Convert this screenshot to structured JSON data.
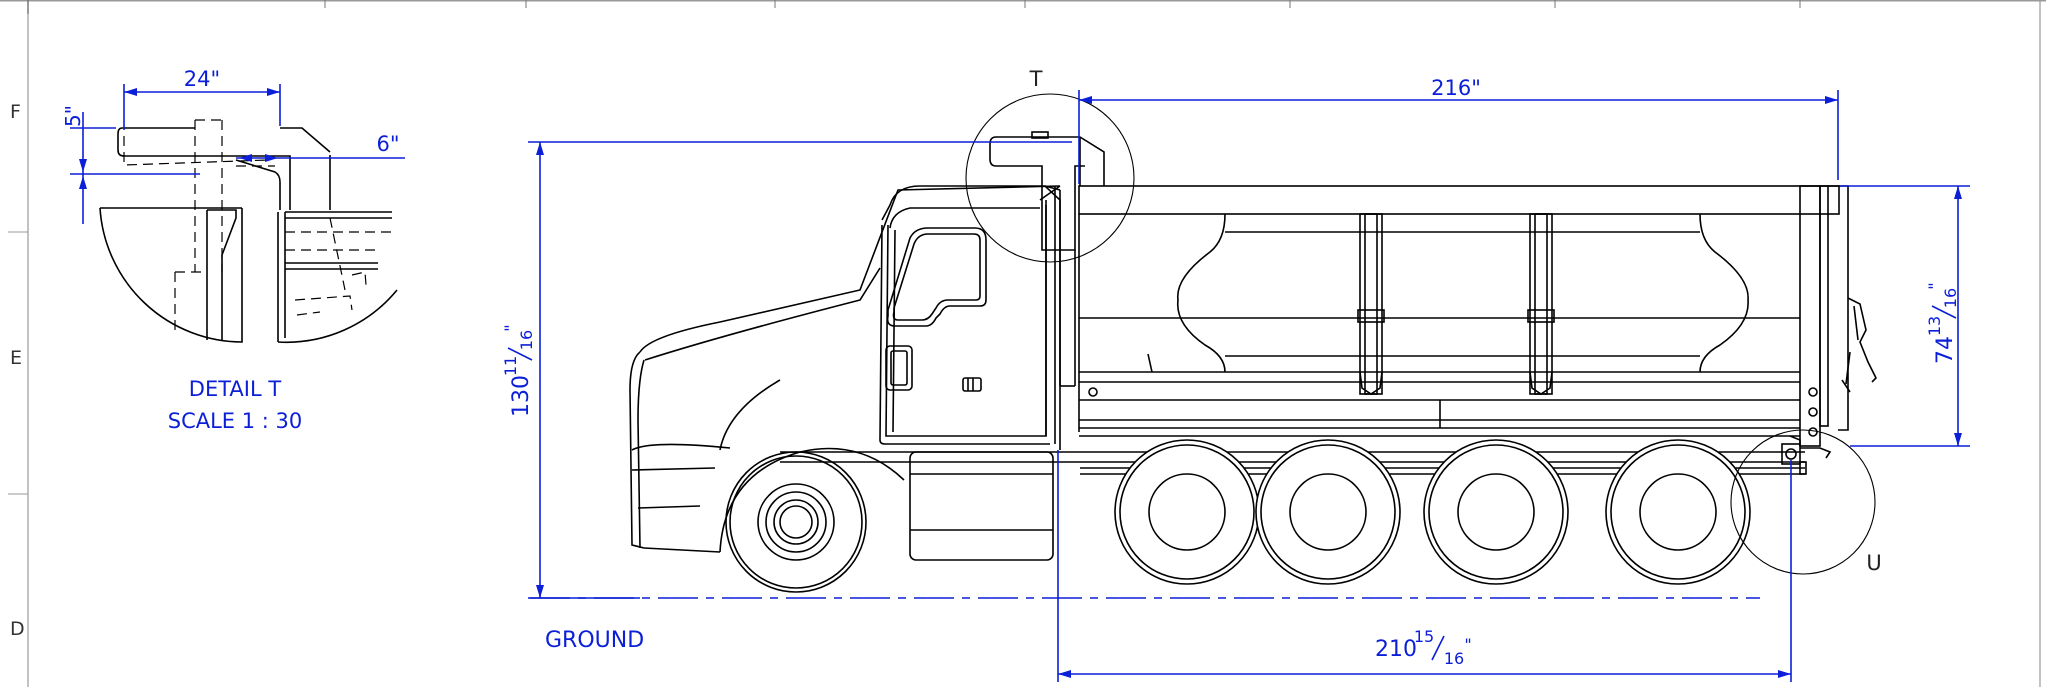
{
  "border": {
    "zones": [
      "F",
      "E",
      "D"
    ]
  },
  "detail": {
    "name": "DETAIL T",
    "scale": "SCALE 1 : 30",
    "dim_width": "24\"",
    "dim_height": "5\"",
    "dim_offset": "6\""
  },
  "main_view": {
    "callout_t": "T",
    "callout_u": "U",
    "ground_label": "GROUND",
    "dim_body_length": "216\"",
    "dim_body_height_whole": "74",
    "dim_body_height_num": "13",
    "dim_body_height_den": "16",
    "dim_overall_height_whole": "130",
    "dim_overall_height_num": "11",
    "dim_overall_height_den": "16",
    "dim_wheelbase_whole": "210",
    "dim_wheelbase_num": "15",
    "dim_wheelbase_den": "16",
    "inch_mark": "\""
  },
  "colors": {
    "dimension": "#0b1ed8",
    "outline": "#000000"
  }
}
